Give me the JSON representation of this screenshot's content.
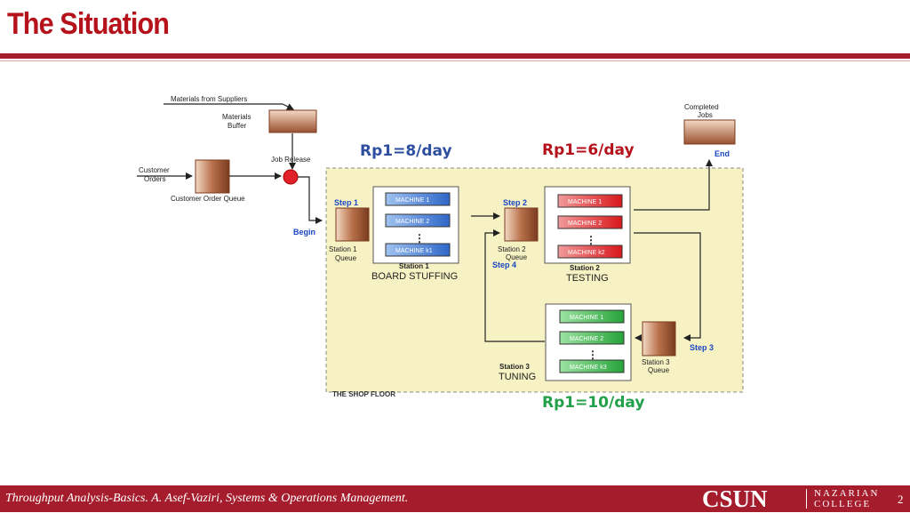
{
  "slide": {
    "title": "The Situation",
    "slide_number": "2"
  },
  "rates": {
    "station1": "Rp1=8/day",
    "station2": "Rp1=6/day",
    "station3": "Rp1=10/day"
  },
  "diagram": {
    "materials_from_suppliers": "Materials from Suppliers",
    "materials_buffer_1": "Materials",
    "materials_buffer_2": "Buffer",
    "job_release": "Job  Release",
    "customer_orders_1": "Customer",
    "customer_orders_2": "Orders",
    "customer_order_queue": "Customer Order Queue",
    "completed_jobs_1": "Completed",
    "completed_jobs_2": "Jobs",
    "end": "End",
    "begin": "Begin",
    "step1": "Step 1",
    "step2": "Step 2",
    "step3": "Step 3",
    "step4": "Step 4",
    "station1_queue_1": "Station 1",
    "station1_queue_2": "Queue",
    "station2_queue_1": "Station 2",
    "station2_queue_2": "Queue",
    "station3_queue_1": "Station 3",
    "station3_queue_2": "Queue",
    "station1_label": "Station 1",
    "station1_name": "BOARD STUFFING",
    "station2_label": "Station 2",
    "station2_name": "TESTING",
    "station3_label": "Station 3",
    "station3_name": "TUNING",
    "shop_floor": "THE SHOP FLOOR",
    "s1_machines": [
      "MACHINE 1",
      "MACHINE 2",
      "MACHINE k1"
    ],
    "s2_machines": [
      "MACHINE 1",
      "MACHINE 2",
      "MACHINE k2"
    ],
    "s3_machines": [
      "MACHINE 1",
      "MACHINE 2",
      "MACHINE k3"
    ]
  },
  "footer": {
    "text": "Throughput Analysis-Basics. A. Asef-Vaziri, Systems & Operations Management.",
    "logo_csun": "CSUN",
    "logo_nazarian_1": "NAZARIAN",
    "logo_nazarian_2": "COLLEGE"
  },
  "colors": {
    "brand": "#a51d2d",
    "station1_rate": "#2e4fa0",
    "station2_rate": "#b5121b",
    "station3_rate": "#22a04a",
    "shop_floor_fill": "#f7f2c4"
  }
}
